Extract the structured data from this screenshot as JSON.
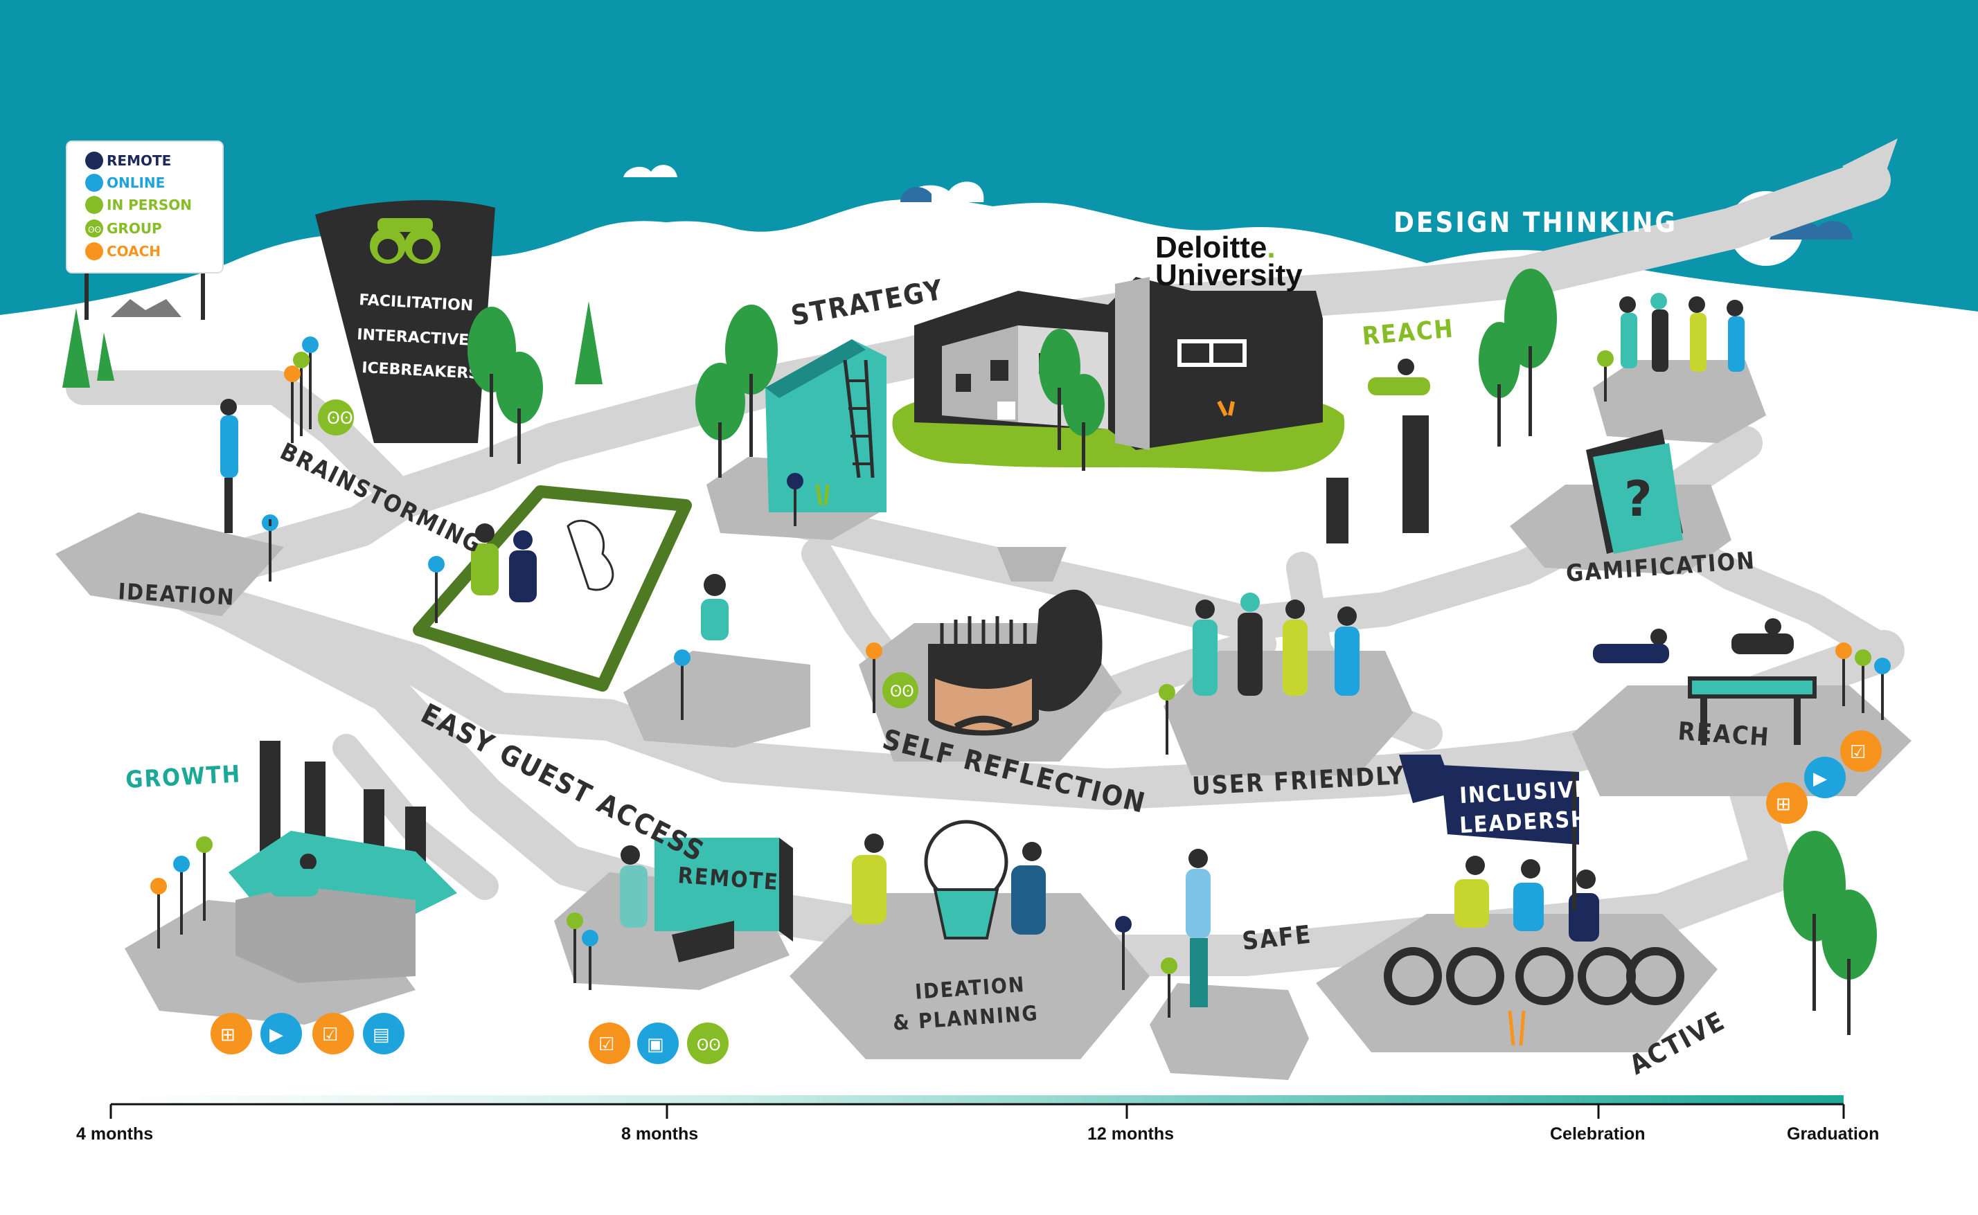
{
  "legend": {
    "items": [
      {
        "label": "REMOTE",
        "color": "#1c2a5b"
      },
      {
        "label": "ONLINE",
        "color": "#1fa3dc"
      },
      {
        "label": "IN PERSON",
        "color": "#86bc25"
      },
      {
        "label": "GROUP",
        "color": "#86bc25"
      },
      {
        "label": "COACH",
        "color": "#f7941d"
      }
    ]
  },
  "brand": {
    "line1": "Deloitte",
    "dot": ".",
    "line2": "University",
    "dot_color": "#86bc25"
  },
  "header": {
    "title": "DESIGN THINKING"
  },
  "tower": {
    "lines": [
      "FACILITATION",
      "INTERACTIVE",
      "ICEBREAKERS"
    ]
  },
  "labels": {
    "strategy": "STRATEGY",
    "reach_top": "REACH",
    "brainstorming": "BRAINSTORMING",
    "ideation": "IDEATION",
    "gamification": "GAMIFICATION",
    "growth": "GROWTH",
    "easy_guest_access": "EASY GUEST ACCESS",
    "self_reflection": "SELF REFLECTION",
    "user_friendly": "USER FRIENDLY",
    "reach_right": "REACH",
    "remote": "REMOTE",
    "ideation_planning_1": "IDEATION",
    "ideation_planning_2": "& PLANNING",
    "safe": "SAFE",
    "inclusive_1": "INCLUSIVE",
    "inclusive_2": "LEADERSHIP",
    "active": "ACTIVE"
  },
  "timeline": {
    "labels": [
      "4 months",
      "8 months",
      "12 months",
      "Celebration",
      "Graduation"
    ]
  },
  "colors": {
    "sky": "#0b95ab",
    "path": "#d4d4d4",
    "platform": "#b9b9b9",
    "teal": "#3bbfb1",
    "green": "#86bc25",
    "dark": "#2d2d2d",
    "orange": "#f7941d",
    "blue": "#1fa3dc",
    "navy": "#1c2a5b"
  },
  "icons": {
    "orange": "coach-icon",
    "blue": "online-icon",
    "green": "group-icon"
  }
}
